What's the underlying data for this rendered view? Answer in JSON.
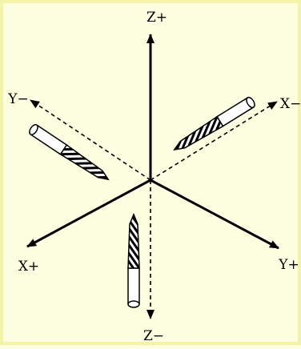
{
  "background": "#fefee0",
  "border_color": "#f4f4a8",
  "axes": {
    "z_plus": "Z+",
    "z_minus": "Z−",
    "x_plus": "X+",
    "x_minus": "X−",
    "y_plus": "Y+",
    "y_minus": "Y−"
  },
  "drills": [
    "drill-bit-upper-left-icon",
    "drill-bit-upper-right-icon",
    "drill-bit-lower-icon"
  ]
}
